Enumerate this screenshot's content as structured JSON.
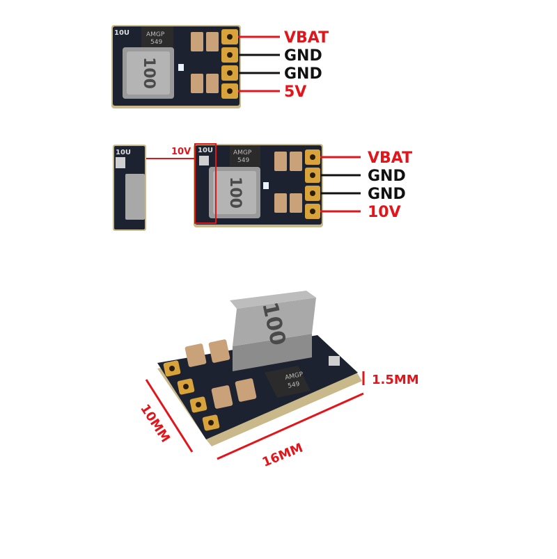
{
  "colors": {
    "accent_red": "#e3141a",
    "wire_black": "#111111",
    "pcb_dark": "#1c2230",
    "pad_gold": "#d8a33a",
    "inductor_gray": "#9a9a9a",
    "capacitor_tan": "#c9a27a"
  },
  "top_board": {
    "inductor_marking": "100",
    "ic_marking_1": "AMGP",
    "ic_marking_2": "549",
    "silk": "10U",
    "pins": [
      {
        "label": "VBAT",
        "color": "#e3141a"
      },
      {
        "label": "GND",
        "color": "#111111"
      },
      {
        "label": "GND",
        "color": "#111111"
      },
      {
        "label": "5V",
        "color": "#e3141a"
      }
    ]
  },
  "middle_board": {
    "jumper_label": "10V",
    "inductor_marking": "100",
    "ic_marking_1": "AMGP",
    "ic_marking_2": "549",
    "silk": "10U",
    "pins": [
      {
        "label": "VBAT",
        "color": "#e3141a"
      },
      {
        "label": "GND",
        "color": "#111111"
      },
      {
        "label": "GND",
        "color": "#111111"
      },
      {
        "label": "10V",
        "color": "#e3141a"
      }
    ]
  },
  "bottom_board": {
    "inductor_marking": "100",
    "ic_marking_1": "AMGP",
    "ic_marking_2": "549",
    "dimensions": {
      "thickness": "1.5MM",
      "width": "10MM",
      "length": "16MM"
    }
  }
}
